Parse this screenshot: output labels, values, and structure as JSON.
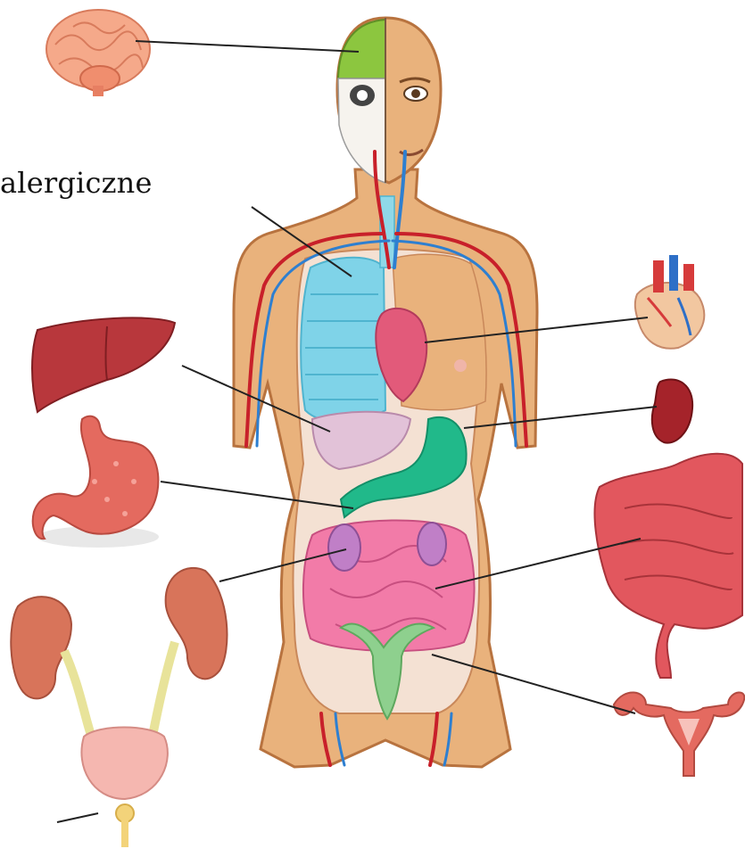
{
  "caption": {
    "text": "alergiczne"
  },
  "colors": {
    "skin": "#E9B27C",
    "skin_dark": "#D4955A",
    "skin_outline": "#B8733F",
    "brain_section": "#8CC63F",
    "lungs": "#7FD3E8",
    "heart": "#E25A7A",
    "liver_in_body": "#E2C2D8",
    "stomach": "#21B98A",
    "intestines": "#F27BA8",
    "kidneys_in_body": "#C07FC7",
    "uterus_in_body": "#8ED08E",
    "artery": "#C8202A",
    "vein": "#2E7FD0",
    "organ_red": "#B8373C"
  },
  "organs": [
    "brain-organ",
    "heart-organ",
    "liver-organ",
    "spleen-organ",
    "stomach-organ",
    "colon-organ",
    "kidneys-bladder-organ",
    "uterus-organ"
  ]
}
